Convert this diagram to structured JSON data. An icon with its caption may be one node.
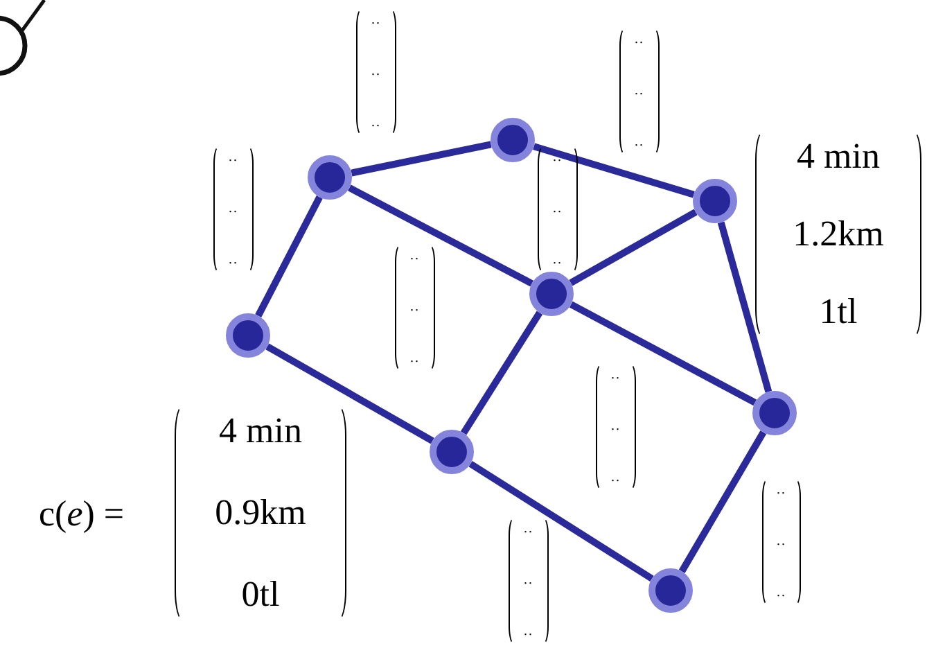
{
  "diagram": {
    "nodes": [
      {
        "text": [],
        "shape": "circle"
      },
      {
        "text": [],
        "shape": "circle"
      },
      {
        "text": [],
        "shape": "circle"
      },
      {
        "text": [],
        "shape": "circle"
      },
      {
        "text": [],
        "shape": "circle"
      },
      {
        "text": [],
        "shape": "circle"
      },
      {
        "text": [],
        "shape": "circle"
      },
      {
        "text": [],
        "shape": "circle"
      }
    ],
    "edges": [
      {
        "from": 0,
        "to": 1,
        "arrow": "none"
      },
      {
        "from": 1,
        "to": 2,
        "arrow": "none"
      },
      {
        "from": 0,
        "to": 3,
        "arrow": "none"
      },
      {
        "from": 0,
        "to": 4,
        "arrow": "none"
      },
      {
        "from": 4,
        "to": 2,
        "arrow": "none"
      },
      {
        "from": 2,
        "to": 6,
        "arrow": "none"
      },
      {
        "from": 3,
        "to": 5,
        "arrow": "none"
      },
      {
        "from": 4,
        "to": 5,
        "arrow": "none"
      },
      {
        "from": 4,
        "to": 6,
        "arrow": "none"
      },
      {
        "from": 5,
        "to": 7,
        "arrow": "none"
      },
      {
        "from": 7,
        "to": 6,
        "arrow": "none"
      }
    ],
    "labels": [
      "..",
      "..",
      "..",
      "..",
      "..",
      "..",
      "4 min",
      "1.2km",
      "1tl",
      "..",
      "..",
      "..",
      "..",
      "..",
      "..",
      "..",
      "..",
      "..",
      "..",
      "..",
      "..",
      "c(*e*) =",
      "4 min",
      "0.9km",
      "0tl",
      "..",
      "..",
      "..",
      "..",
      "..",
      ".."
    ]
  }
}
